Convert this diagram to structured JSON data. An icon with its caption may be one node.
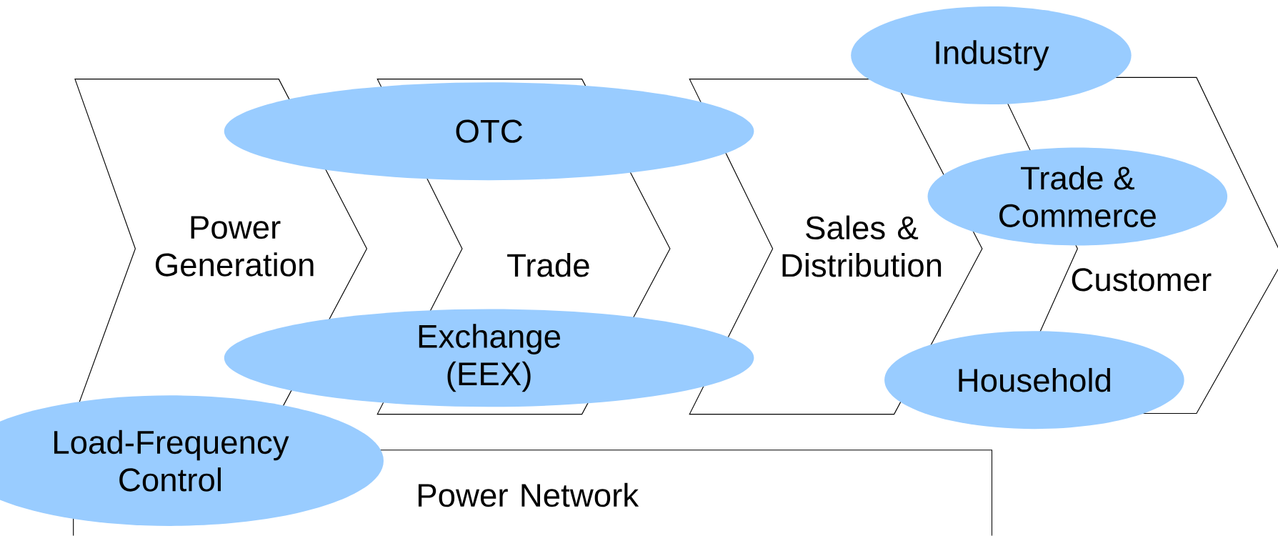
{
  "diagram": {
    "nodes": [
      {
        "text": [
          "Industry"
        ]
      },
      {
        "text": [
          "Power Generation"
        ]
      },
      {
        "text": [
          "Trade"
        ]
      },
      {
        "text": [
          "Sales & Distribution"
        ]
      },
      {
        "text": [
          "Customer"
        ]
      },
      {
        "text": [
          "OTC"
        ]
      },
      {
        "text": [
          "Trade & Commerce"
        ]
      },
      {
        "text": [
          "Exchange (EEX)"
        ]
      },
      {
        "text": [
          "Household"
        ]
      },
      {
        "text": [
          "Load-Frequency Control"
        ]
      },
      {
        "text": [
          "Power Network"
        ]
      }
    ]
  }
}
